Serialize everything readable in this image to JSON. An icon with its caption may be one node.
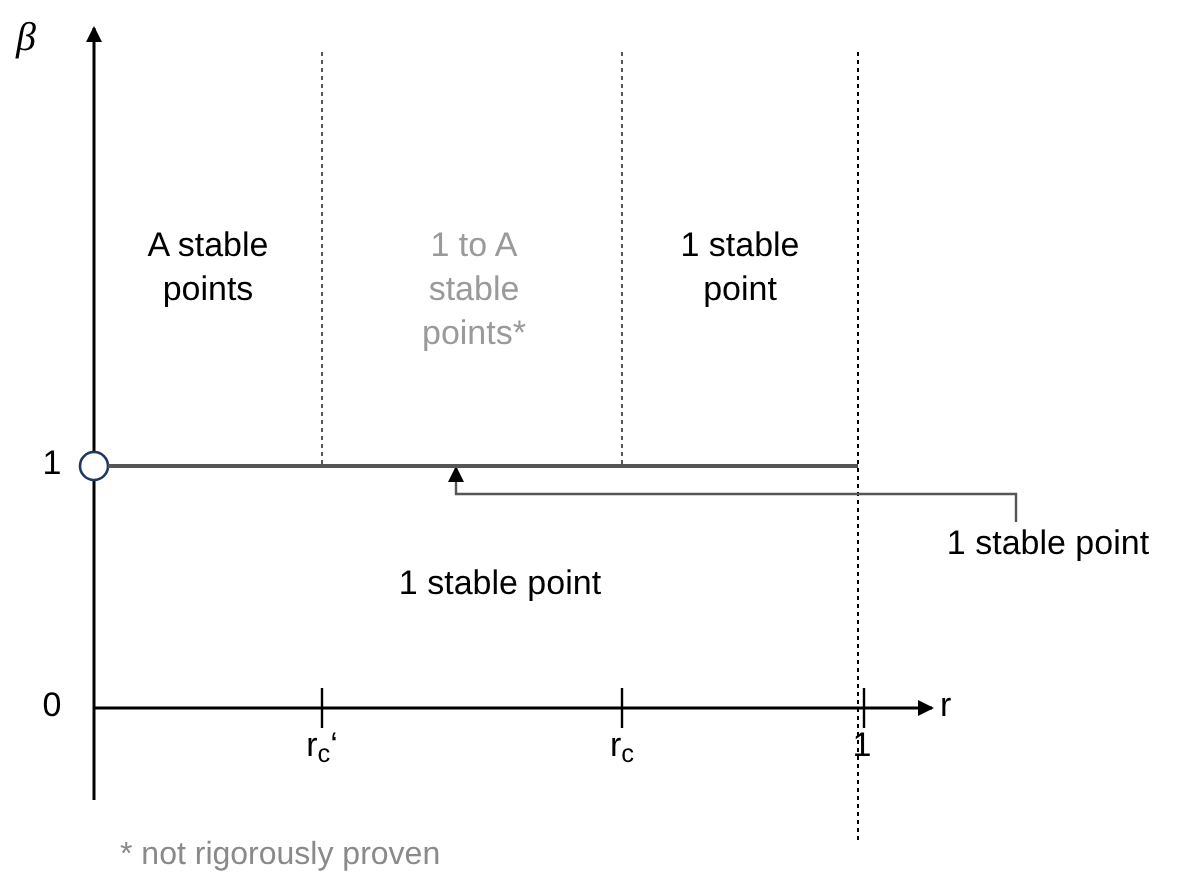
{
  "diagram": {
    "nodes": [
      {
        "text": [
          "1 stable point"
        ]
      },
      {
        "text": [],
        "shape": "line"
      }
    ],
    "edges": [
      {
        "from": 0,
        "to": 1,
        "arrow": "to"
      }
    ],
    "labels": [
      "β",
      "A stable points",
      "1 to A stable points*",
      "1 stable point",
      "1",
      "1 stable point",
      "0",
      "r",
      "r$_{c}$‘",
      "r$_{c}$",
      "1",
      "* not rigorously proven"
    ]
  }
}
